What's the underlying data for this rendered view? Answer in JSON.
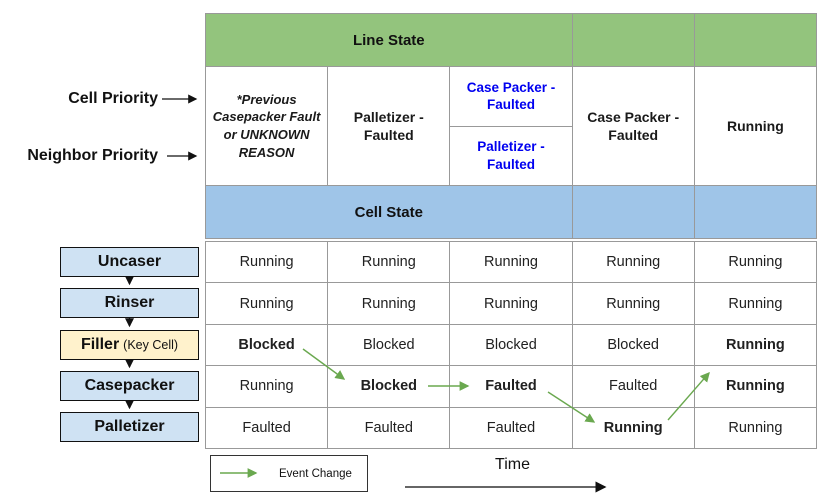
{
  "colors": {
    "line_state_green": "#93c47d",
    "cell_state_blue": "#9fc5e8",
    "cell_box_blue": "#cfe2f3",
    "key_cell_yellow": "#fff2cc",
    "fault_text_blue": "#0000f0",
    "event_arrow_green": "#6aa84f"
  },
  "labels": {
    "line_state": "Line State",
    "cell_state": "Cell State",
    "cell_priority": "Cell Priority",
    "neighbor_priority": "Neighbor Priority",
    "key_cell_suffix": "(Key Cell)",
    "event_change": "Event Change",
    "time": "Time"
  },
  "line_states": [
    {
      "label": "*Previous Casepacker Fault or UNKNOWN REASON"
    },
    {
      "label": "Palletizer - Faulted"
    },
    {
      "label_top": "Case Packer - Faulted",
      "label_bottom": "Palletizer - Faulted"
    },
    {
      "label": "Case Packer - Faulted"
    },
    {
      "label": "Running"
    }
  ],
  "cells": [
    {
      "name": "Uncaser",
      "key_cell": false,
      "states": [
        {
          "text": "Running"
        },
        {
          "text": "Running"
        },
        {
          "text": "Running"
        },
        {
          "text": "Running"
        },
        {
          "text": "Running"
        }
      ]
    },
    {
      "name": "Rinser",
      "key_cell": false,
      "states": [
        {
          "text": "Running"
        },
        {
          "text": "Running"
        },
        {
          "text": "Running"
        },
        {
          "text": "Running"
        },
        {
          "text": "Running"
        }
      ]
    },
    {
      "name": "Filler",
      "key_cell": true,
      "states": [
        {
          "text": "Blocked",
          "bold": true
        },
        {
          "text": "Blocked"
        },
        {
          "text": "Blocked"
        },
        {
          "text": "Blocked"
        },
        {
          "text": "Running",
          "bold": true
        }
      ]
    },
    {
      "name": "Casepacker",
      "key_cell": false,
      "states": [
        {
          "text": "Running"
        },
        {
          "text": "Blocked",
          "bold": true
        },
        {
          "text": "Faulted",
          "bold": true
        },
        {
          "text": "Faulted"
        },
        {
          "text": "Running",
          "bold": true
        }
      ]
    },
    {
      "name": "Palletizer",
      "key_cell": false,
      "states": [
        {
          "text": "Faulted"
        },
        {
          "text": "Faulted"
        },
        {
          "text": "Faulted"
        },
        {
          "text": "Running",
          "bold": true
        },
        {
          "text": "Running"
        }
      ]
    }
  ],
  "event_transitions": [
    {
      "from": "Filler / column 1 Blocked",
      "to": "Casepacker / column 2 Blocked"
    },
    {
      "from": "Casepacker / column 2 Blocked",
      "to": "Casepacker / column 3 Faulted"
    },
    {
      "from": "Casepacker / column 3 Faulted",
      "to": "Palletizer / column 4 Running"
    },
    {
      "from": "Palletizer / column 4 Running",
      "to": "Casepacker / column 5 Running"
    }
  ]
}
